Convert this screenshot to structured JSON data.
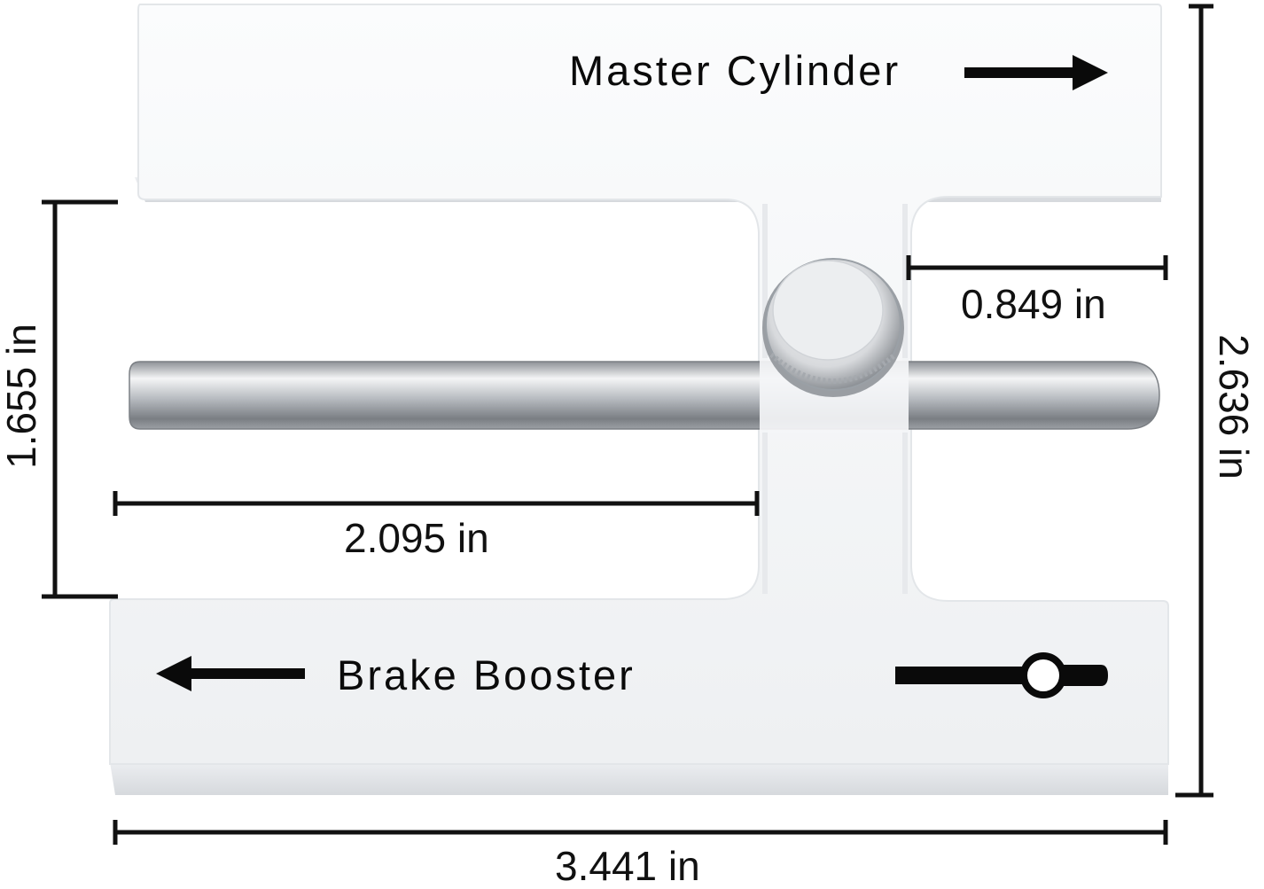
{
  "labels": {
    "master_cylinder": "Master Cylinder",
    "brake_booster": "Brake Booster"
  },
  "dimensions": {
    "offset": "0.849 in",
    "rod_length": "2.095 in",
    "inner_height": "1.655 in",
    "total_height": "2.636 in",
    "total_width": "3.441 in"
  },
  "colors": {
    "body": "#f6f7f8",
    "body_shadow": "#dcdfe3",
    "metal": "#c9ccd0",
    "ink": "#111111"
  }
}
